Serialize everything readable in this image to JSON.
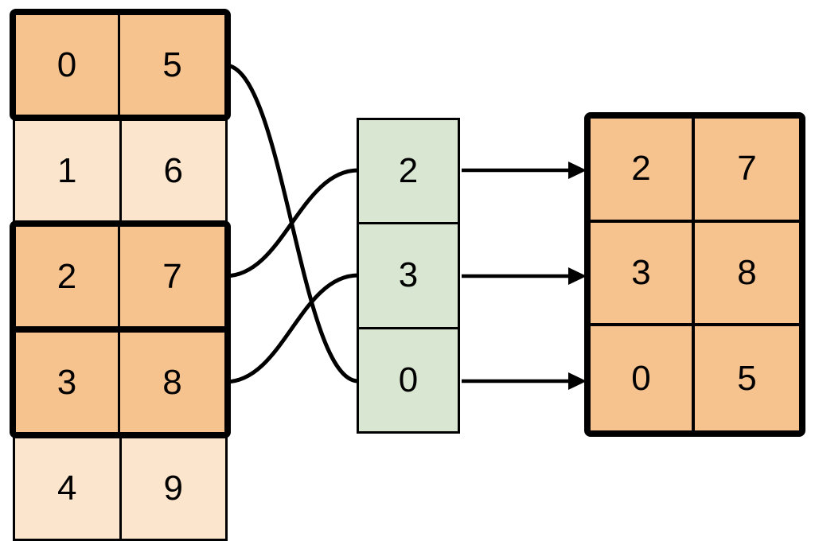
{
  "colors": {
    "highlight-fill": "#f6c38e",
    "normal-fill": "#fce5cd",
    "index-fill": "#d9e7d2",
    "stroke": "#000000"
  },
  "source_table": {
    "rows": [
      {
        "cells": [
          "0",
          "5"
        ],
        "highlighted": true
      },
      {
        "cells": [
          "1",
          "6"
        ],
        "highlighted": false
      },
      {
        "cells": [
          "2",
          "7"
        ],
        "highlighted": true
      },
      {
        "cells": [
          "3",
          "8"
        ],
        "highlighted": true
      },
      {
        "cells": [
          "4",
          "9"
        ],
        "highlighted": false
      }
    ]
  },
  "index_column": {
    "cells": [
      "2",
      "3",
      "0"
    ]
  },
  "result_table": {
    "rows": [
      {
        "cells": [
          "2",
          "7"
        ]
      },
      {
        "cells": [
          "3",
          "8"
        ]
      },
      {
        "cells": [
          "0",
          "5"
        ]
      }
    ]
  },
  "connections": {
    "curves": [
      {
        "source_row": "0",
        "index_cell": "0"
      },
      {
        "source_row": "2",
        "index_cell": "2"
      },
      {
        "source_row": "3",
        "index_cell": "3"
      }
    ],
    "arrows": [
      {
        "index_cell": "2",
        "result_row": "2,7"
      },
      {
        "index_cell": "3",
        "result_row": "3,8"
      },
      {
        "index_cell": "0",
        "result_row": "0,5"
      }
    ]
  }
}
